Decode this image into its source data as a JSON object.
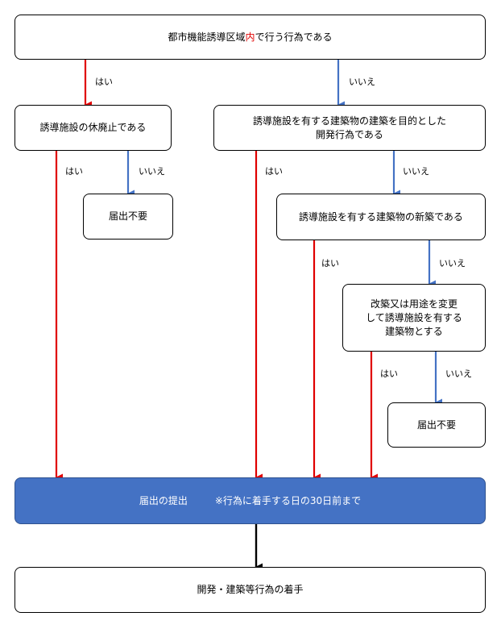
{
  "colors": {
    "yes_arrow": "#e00000",
    "no_arrow": "#4472c4",
    "final_arrow": "#000000",
    "submit_box": "#4472c4"
  },
  "nodes": {
    "start": {
      "pre": "都市機能誘導区域",
      "highlight": "内",
      "post": "で行う行為である"
    },
    "q_closure": "誘導施設の休廃止である",
    "q_dev_act": "誘導施設を有する建築物の建築を目的とした\n開発行為である",
    "no_report_1": "届出不要",
    "q_new_build": "誘導施設を有する建築物の新築である",
    "q_renovation": "改築又は用途を変更\nして誘導施設を有する\n建築物とする",
    "no_report_2": "届出不要",
    "submit": {
      "text": "届出の提出",
      "note": "※行為に着手する日の30日前まで"
    },
    "start_work": "開発・建築等行為の着手"
  },
  "labels": {
    "yes": "はい",
    "no": "いいえ"
  }
}
